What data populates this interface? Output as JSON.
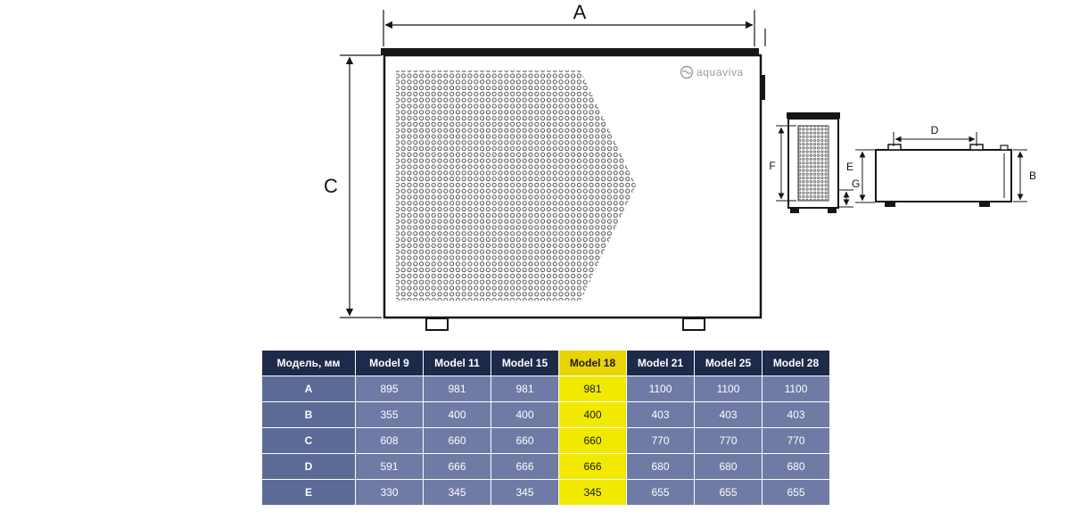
{
  "diagram": {
    "logo_text": "aquaviva",
    "labels": {
      "A": "A",
      "B": "B",
      "C": "C",
      "D": "D",
      "E": "E",
      "F": "F",
      "G": "G"
    }
  },
  "table": {
    "header": [
      "Модель, мм",
      "Model 9",
      "Model 11",
      "Model 15",
      "Model 18",
      "Model 21",
      "Model 25",
      "Model 28"
    ],
    "highlighted_column": "Model 18",
    "rows": [
      {
        "label": "A",
        "values": [
          "895",
          "981",
          "981",
          "981",
          "1100",
          "1100",
          "1100"
        ]
      },
      {
        "label": "B",
        "values": [
          "355",
          "400",
          "400",
          "400",
          "403",
          "403",
          "403"
        ]
      },
      {
        "label": "C",
        "values": [
          "608",
          "660",
          "660",
          "660",
          "770",
          "770",
          "770"
        ]
      },
      {
        "label": "D",
        "values": [
          "591",
          "666",
          "666",
          "666",
          "680",
          "680",
          "680"
        ]
      },
      {
        "label": "E",
        "values": [
          "330",
          "345",
          "345",
          "345",
          "655",
          "655",
          "655"
        ]
      }
    ]
  },
  "colors": {
    "header_bg": "#1e2a49",
    "label_bg": "#5c6a96",
    "cell_bg": "#6f7ba5",
    "hl_header_bg": "#e9d405",
    "hl_cell_bg": "#f2e900",
    "table_text": "#ffffff",
    "hl_text": "#1a1a1a",
    "line": "#161616"
  }
}
